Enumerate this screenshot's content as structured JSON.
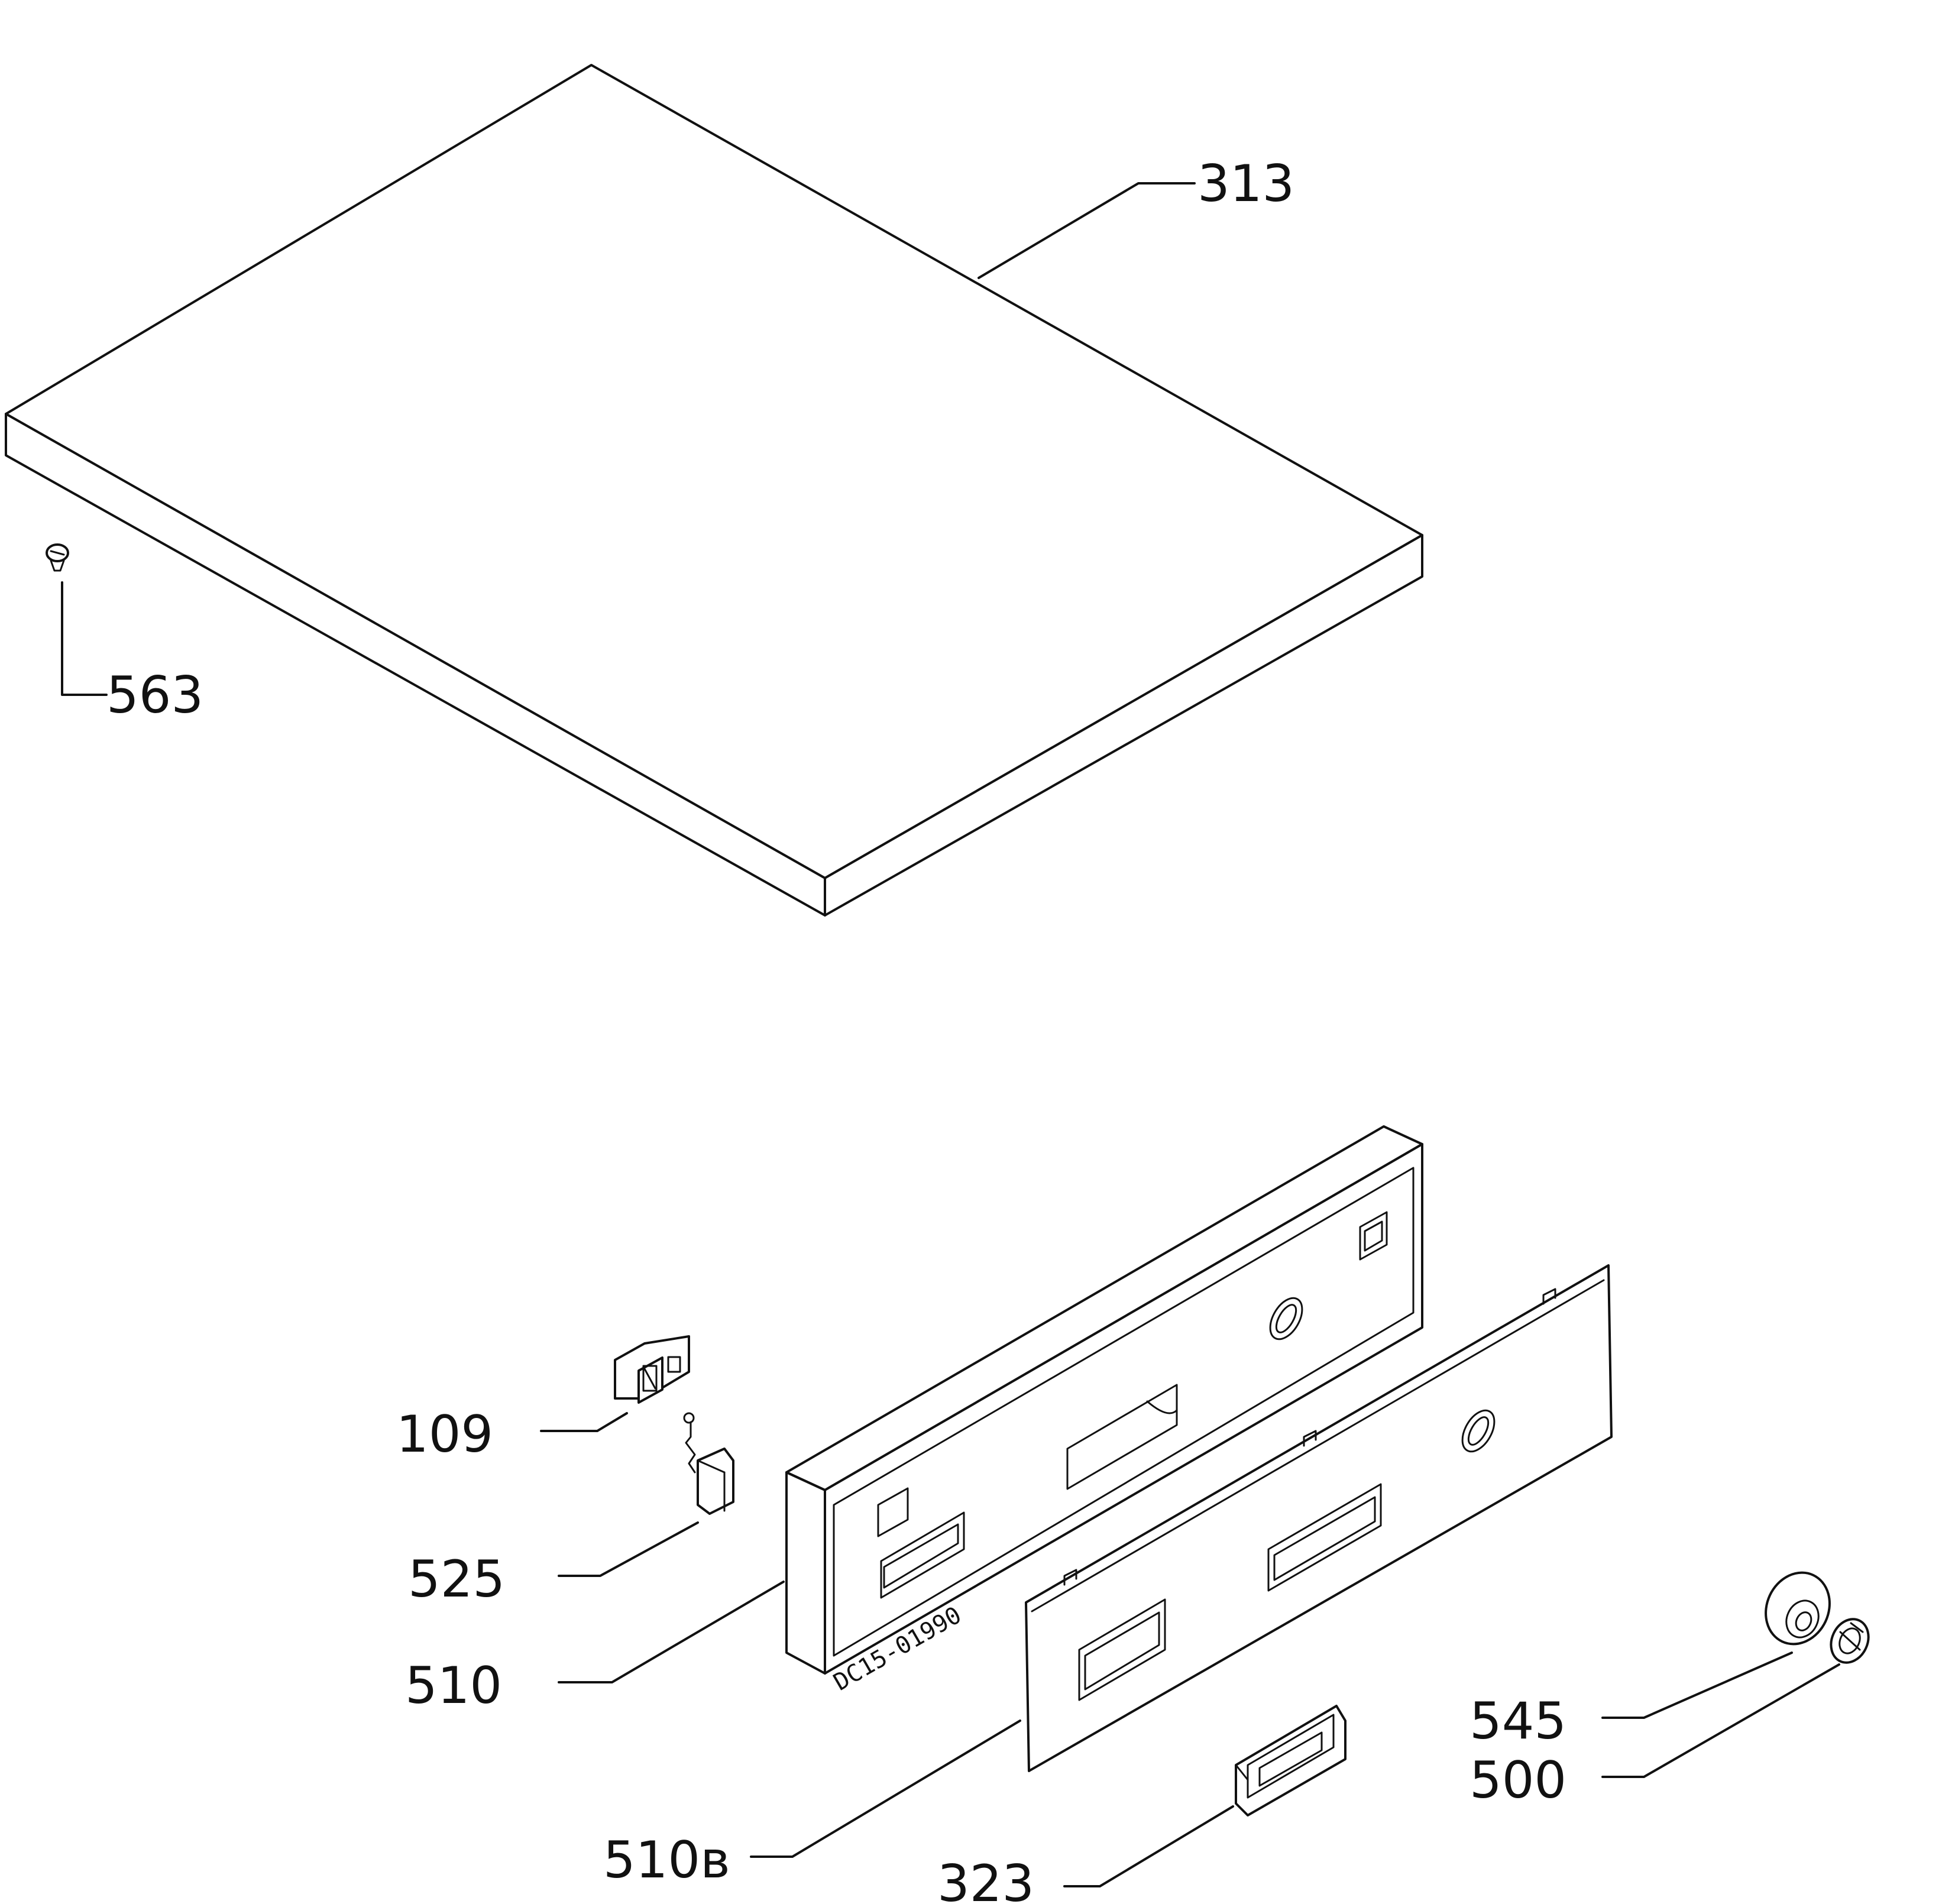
{
  "diagram": {
    "callouts": {
      "p313": "313",
      "p563": "563",
      "p109": "109",
      "p525": "525",
      "p510": "510",
      "p510b": "510в",
      "p323": "323",
      "p545": "545",
      "p500": "500"
    },
    "stamp_code": "DC15-01990",
    "colors": {
      "line": "#111111",
      "background": "#ffffff"
    }
  }
}
